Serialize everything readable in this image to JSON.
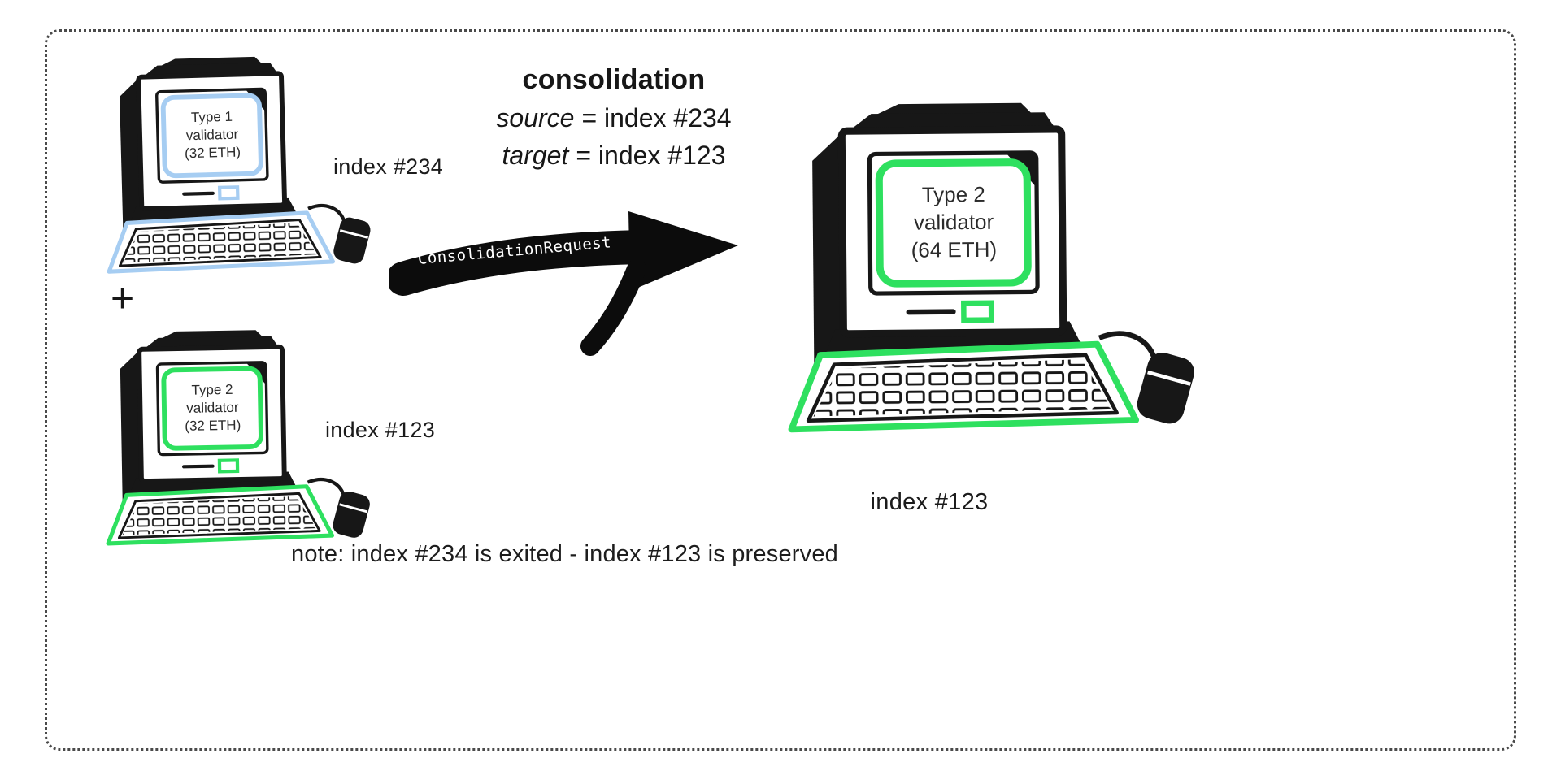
{
  "colors": {
    "ink": "#171717",
    "blue_accent": "#a6cdf2",
    "green_accent": "#2ee05f",
    "background": "#ffffff",
    "border": "#4a4a4a"
  },
  "header": {
    "title": "consolidation",
    "source_label": "source",
    "source_rest": "= index #234",
    "target_label": "target",
    "target_rest": "= index #123"
  },
  "arrow": {
    "label": "ConsolidationRequest"
  },
  "plus_sign": "+",
  "computers": [
    {
      "name": "source validator",
      "screen": [
        "Type 1",
        "validator",
        "(32 ETH)"
      ],
      "index_label": "index #234",
      "accent": "#a6cdf2"
    },
    {
      "name": "target validator",
      "screen": [
        "Type 2",
        "validator",
        "(32 ETH)"
      ],
      "index_label": "index #123",
      "accent": "#2ee05f"
    },
    {
      "name": "consolidated validator",
      "screen": [
        "Type 2",
        "validator",
        "(64 ETH)"
      ],
      "index_label": "index #123",
      "accent": "#2ee05f"
    }
  ],
  "note": "note: index #234 is exited - index #123 is preserved"
}
